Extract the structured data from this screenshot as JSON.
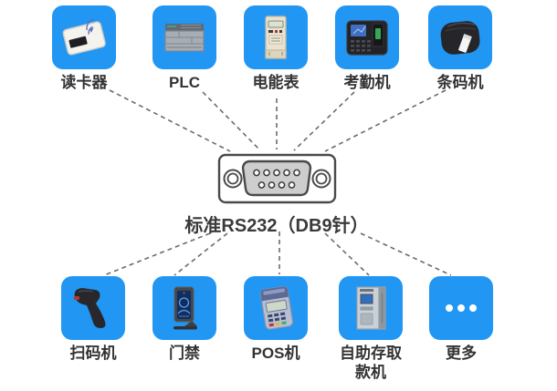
{
  "center_connector": {
    "label": "标准RS232（DB9针）",
    "icon": "db9-connector-graphic",
    "pins_top_row": 5,
    "pins_bottom_row": 4
  },
  "top_devices": [
    {
      "label": "读卡器",
      "icon": "card-reader-icon"
    },
    {
      "label": "PLC",
      "icon": "plc-icon"
    },
    {
      "label": "电能表",
      "icon": "energy-meter-icon"
    },
    {
      "label": "考勤机",
      "icon": "attendance-machine-icon"
    },
    {
      "label": "条码机",
      "icon": "barcode-printer-icon"
    }
  ],
  "bottom_devices": [
    {
      "label": "扫码机",
      "icon": "barcode-scanner-icon"
    },
    {
      "label": "门禁",
      "icon": "access-control-icon"
    },
    {
      "label": "POS机",
      "icon": "pos-terminal-icon"
    },
    {
      "label": "自助存取款机",
      "icon": "atm-icon"
    },
    {
      "label": "更多",
      "icon": "more-dots-icon"
    }
  ],
  "colors": {
    "tile_blue": "#2196f3",
    "dashed_line_gray": "#6b6b6b",
    "label_text": "#333333",
    "connector_stroke": "#4a4a4a",
    "connector_fill": "#cdcdcd"
  }
}
